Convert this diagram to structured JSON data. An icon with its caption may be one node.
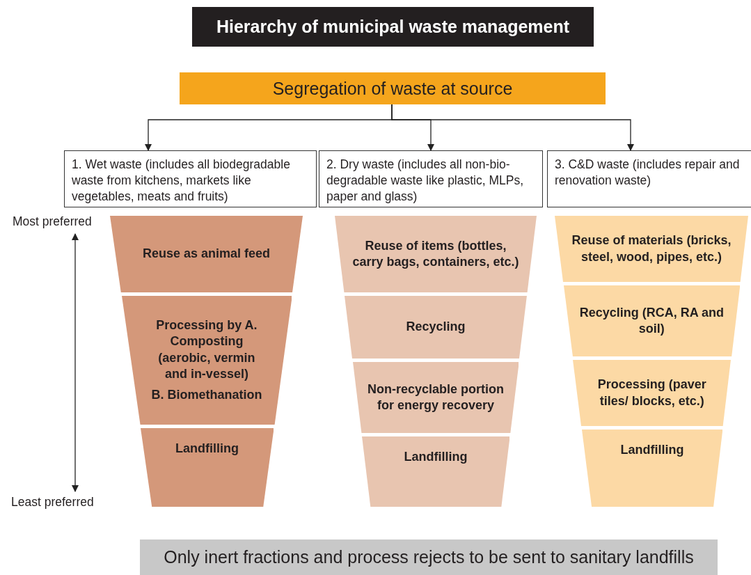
{
  "diagram": {
    "title": "Hierarchy of municipal waste management",
    "nodes": [
      {
        "text": [
          "Segregation of waste at source"
        ]
      },
      {
        "text": [
          "1. Wet waste (includes all biodegradable waste from kitchens, markets like vegetables, meats and fruits)"
        ]
      },
      {
        "text": [
          "2. Dry waste (includes all non-bio-degradable waste like plastic, MLPs, paper and glass)"
        ]
      },
      {
        "text": [
          "3. C&D waste (includes repair and renovation waste)"
        ]
      },
      {
        "text": [
          "Reuse as animal feed"
        ]
      },
      {
        "text": [
          "Processing by A. Composting (aerobic, vermin and in-vessel)",
          "B. Biomethanation"
        ]
      },
      {
        "text": [
          "Landfilling"
        ]
      },
      {
        "text": [
          "Reuse of items (bottles, carry bags, containers, etc.)"
        ]
      },
      {
        "text": [
          "Recycling"
        ]
      },
      {
        "text": [
          "Non-recyclable portion for energy recovery"
        ]
      },
      {
        "text": [
          "Landfilling"
        ]
      },
      {
        "text": [
          "Reuse of materials (bricks, steel, wood, pipes, etc.)"
        ]
      },
      {
        "text": [
          "Recycling (RCA, RA and soil)"
        ]
      },
      {
        "text": [
          "Processing (paver tiles/ blocks, etc.)"
        ]
      },
      {
        "text": [
          "Landfilling"
        ]
      },
      {
        "text": [
          "Only inert fractions and process rejects to be sent to sanitary landfills"
        ]
      }
    ],
    "edges": [
      {
        "from": 0,
        "to": 1,
        "arrow": "to"
      },
      {
        "from": 0,
        "to": 2,
        "arrow": "to"
      },
      {
        "from": 0,
        "to": 3,
        "arrow": "to"
      }
    ],
    "labels": [
      "Most preferred",
      "Least preferred"
    ]
  }
}
